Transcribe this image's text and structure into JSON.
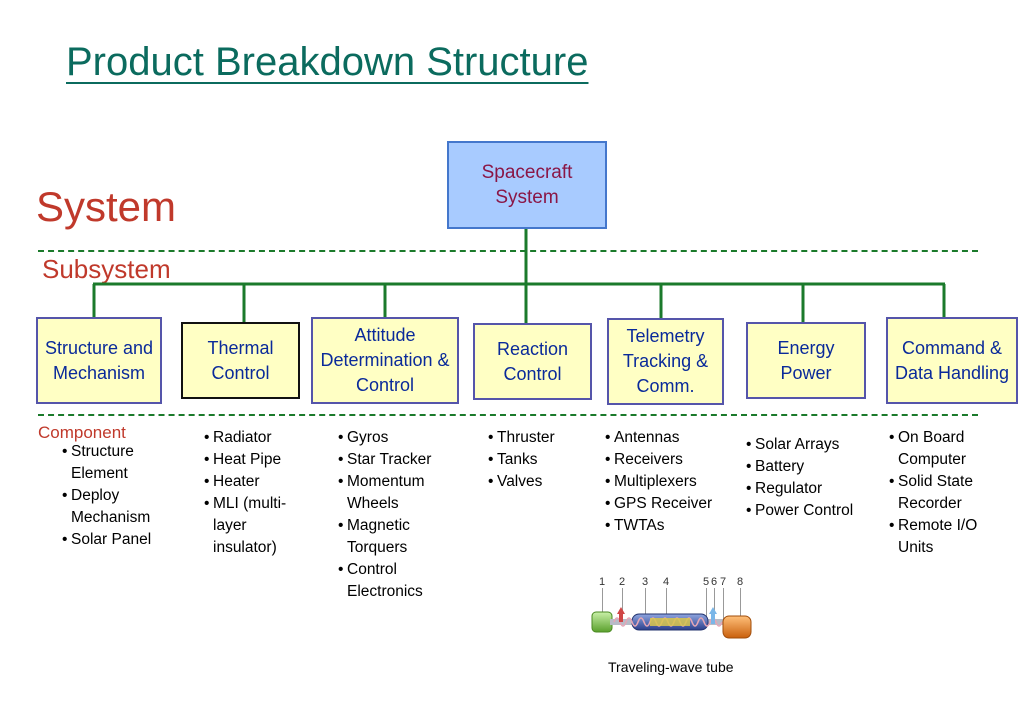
{
  "title": "Product Breakdown Structure",
  "levels": {
    "system": "System",
    "subsystem": "Subsystem",
    "component": "Component"
  },
  "root": "Spacecraft System",
  "subsystems": [
    "Structure and Mechanism",
    "Thermal Control",
    "Attitude Determination & Control",
    "Reaction Control",
    "Telemetry Tracking & Comm.",
    "Energy Power",
    "Command & Data Handling"
  ],
  "components": [
    [
      "Structure Element",
      "Deploy Mechanism",
      "Solar Panel"
    ],
    [
      "Radiator",
      "Heat Pipe",
      "Heater",
      "MLI (multi-layer insulator)"
    ],
    [
      "Gyros",
      "Star Tracker",
      "Momentum Wheels",
      "Magnetic Torquers",
      "Control Electronics"
    ],
    [
      "Thruster",
      "Tanks",
      "Valves"
    ],
    [
      "Antennas",
      "Receivers",
      "Multiplexers",
      "GPS Receiver",
      "TWTAs"
    ],
    [
      "Solar Arrays",
      "Battery",
      "Regulator",
      "Power Control"
    ],
    [
      "On Board Computer",
      "Solid State Recorder",
      "Remote I/O Units"
    ]
  ],
  "figure": {
    "caption": "Traveling-wave tube",
    "labels": [
      "1",
      "2",
      "3",
      "4",
      "5",
      "6",
      "7",
      "8"
    ]
  },
  "colors": {
    "title": "#0b6b5e",
    "level_labels": "#c0392b",
    "connectors": "#1b7a2b",
    "root_fill": "#a8cbff",
    "subsystem_fill": "#ffffc4",
    "box_text": "#0a2a9a",
    "root_text": "#8a1646"
  }
}
